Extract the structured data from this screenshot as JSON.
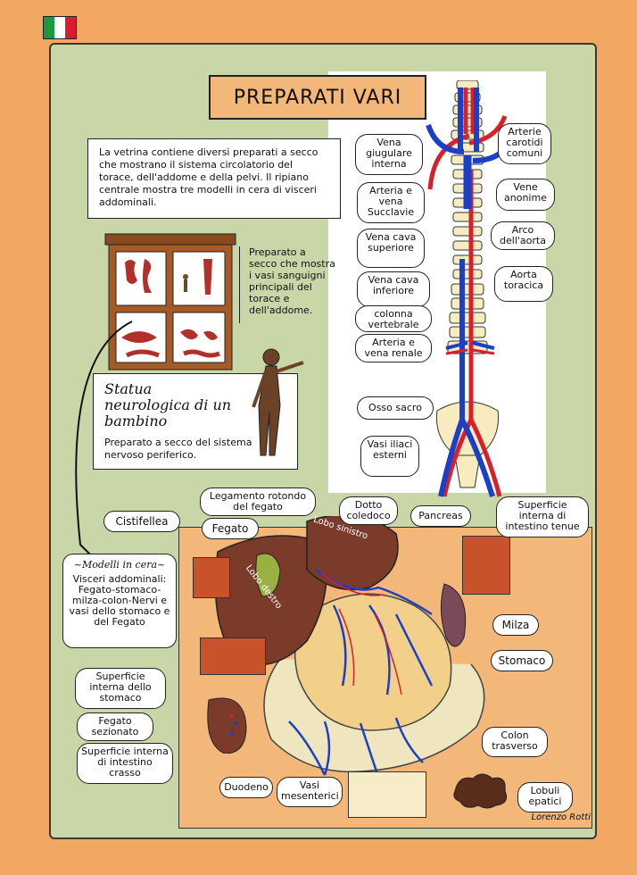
{
  "title": "PREPARATI VARI",
  "intro_text": "La vetrina contiene diversi preparati a secco che mostrano il sistema circolatorio del torace, dell'addome e della pelvi. Il ripiano centrale mostra tre modelli in cera di visceri addominali.",
  "preparato_text": "Preparato a secco che mostra i vasi sanguigni principali del torace e dell'addome.",
  "statue": {
    "title": "Statua neurologica di un bambino",
    "text": "Preparato a secco del sistema nervoso periferico."
  },
  "modelli": {
    "title": "~Modelli in cera~",
    "text": "Visceri addominali: Fegato-stomaco-milza-colon-Nervi e vasi dello stomaco e del Fegato"
  },
  "vessel_labels": {
    "vena_giugulare": "Vena giugulare interna",
    "arteria_succlavie": "Arteria e vena Succlavie",
    "vena_cava_sup": "Vena cava superiore",
    "vena_cava_inf": "Vena cava inferiore",
    "colonna": "colonna vertebrale",
    "arteria_renale": "Arteria e vena renale",
    "osso_sacro": "Osso sacro",
    "vasi_iliaci": "Vasi iliaci esterni",
    "arterie_carotidi": "Arterie carotidi comuni",
    "vene_anonime": "Vene anonime",
    "arco_aorta": "Arco dell'aorta",
    "aorta_toracica": "Aorta toracica"
  },
  "organ_labels": {
    "cistifellea": "Cistifellea",
    "legamento": "Legamento rotondo del fegato",
    "dotto": "Dotto coledoco",
    "pancreas": "Pancreas",
    "superficie_tenue": "Superficie interna di intestino tenue",
    "fegato": "Fegato",
    "lobo_sinistro": "Lobo sinistro",
    "lobo_destro": "Lobo destro",
    "milza": "Milza",
    "stomaco": "Stomaco",
    "superficie_stomaco": "Superficie interna dello stomaco",
    "fegato_sezionato": "Fegato sezionato",
    "superficie_crasso": "Superficie interna di intestino crasso",
    "colon": "Colon trasverso",
    "duodeno": "Duodeno",
    "vasi_mesenterici": "Vasi mesenterici",
    "lobuli": "Lobuli epatici"
  },
  "signature": "Lorenzo Rotti",
  "colors": {
    "background": "#f2a862",
    "parchment": "#c8d6a8",
    "title_box": "#f3b77a",
    "artery": "#d8202a",
    "vein": "#1c3fc8",
    "liver": "#7a3b2a",
    "flag_green": "#1a9a3a",
    "flag_red": "#d81e2c"
  }
}
